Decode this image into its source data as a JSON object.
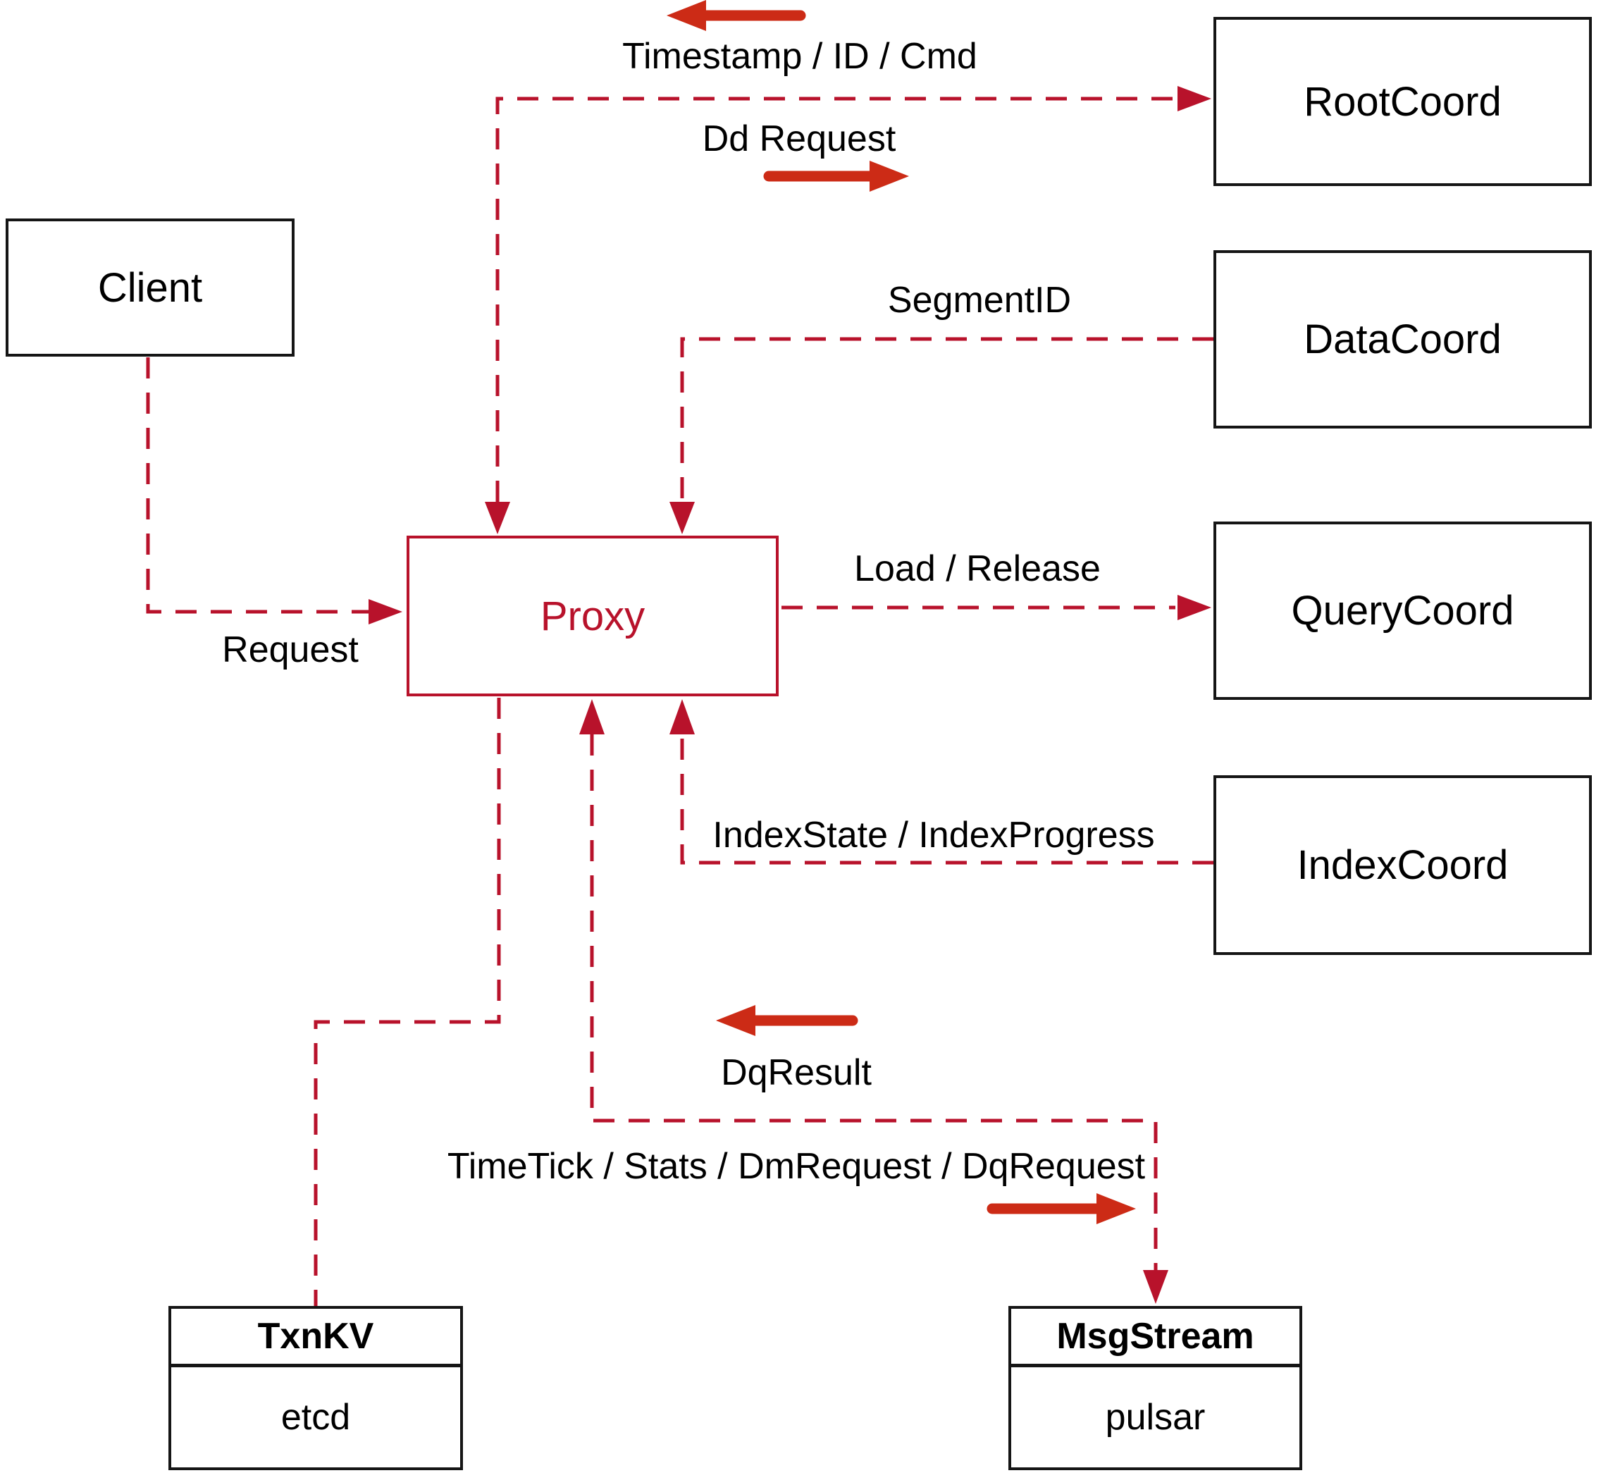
{
  "colors": {
    "background": "#ffffff",
    "dashed_red": "#b8122b",
    "solid_arrow_red": "#cc2b16",
    "proxy_red": "#b8122b",
    "box_border_black": "#151515",
    "text_black": "#000000"
  },
  "nodes": {
    "client": {
      "label": "Client"
    },
    "rootcoord": {
      "label": "RootCoord"
    },
    "datacoord": {
      "label": "DataCoord"
    },
    "querycoord": {
      "label": "QueryCoord"
    },
    "indexcoord": {
      "label": "IndexCoord"
    },
    "proxy": {
      "label": "Proxy"
    },
    "txnkv": {
      "title": "TxnKV",
      "subtitle": "etcd"
    },
    "msgstream": {
      "title": "MsgStream",
      "subtitle": "pulsar"
    }
  },
  "edge_labels": {
    "timestamp": "Timestamp / ID / Cmd",
    "dd_request": "Dd Request",
    "segment_id": "SegmentID",
    "load_release": "Load / Release",
    "index_state": "IndexState / IndexProgress",
    "request": "Request",
    "dq_result": "DqResult",
    "time_tick": "TimeTick / Stats / DmRequest / DqRequest"
  }
}
